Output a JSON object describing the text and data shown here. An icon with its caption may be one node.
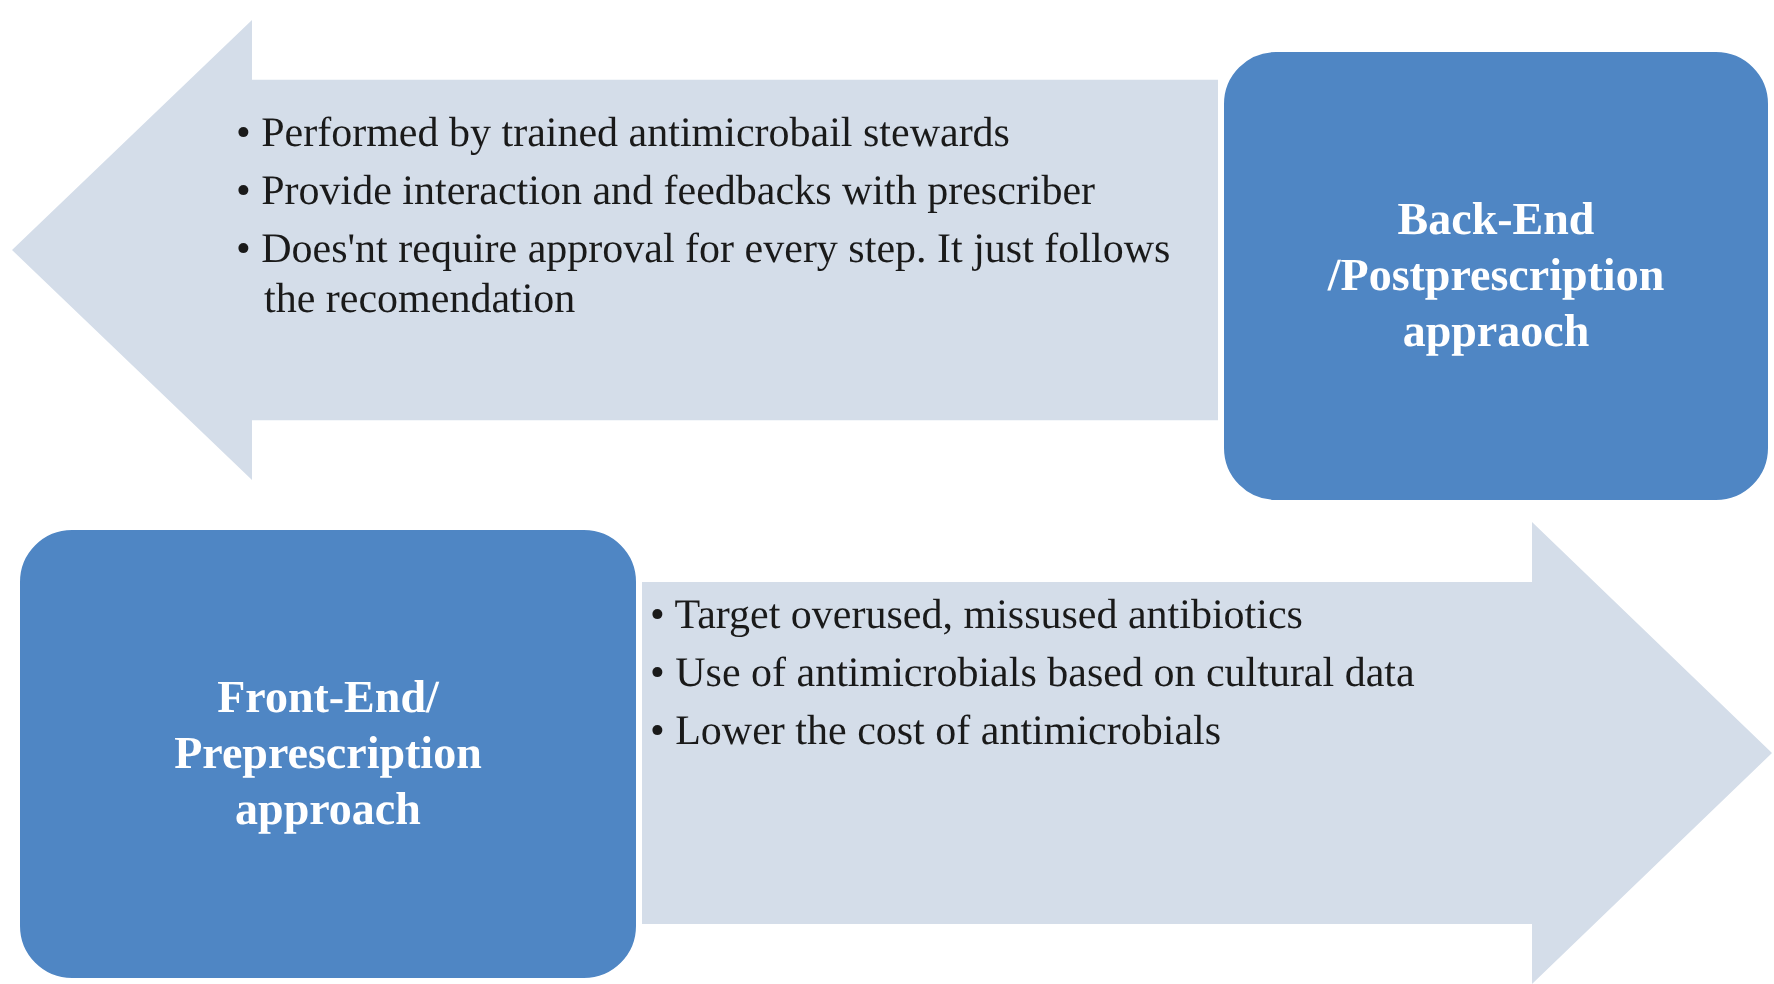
{
  "diagram": {
    "nodes": [
      {
        "text": [
          "• Performed by trained antimicrobail stewards",
          "• Provide interaction and feedbacks with prescriber",
          "• Does'nt require approval for every step. It just follows the recomendation"
        ]
      },
      {
        "text": [
          "Back-End /Postprescription appraoch"
        ]
      },
      {
        "text": [
          "Front-End/ Preprescription approach"
        ]
      },
      {
        "text": [
          "• Target overused, missused antibiotics",
          "• Use of antimicrobials based on cultural data",
          "• Lower the cost of antimicrobials"
        ]
      }
    ]
  }
}
